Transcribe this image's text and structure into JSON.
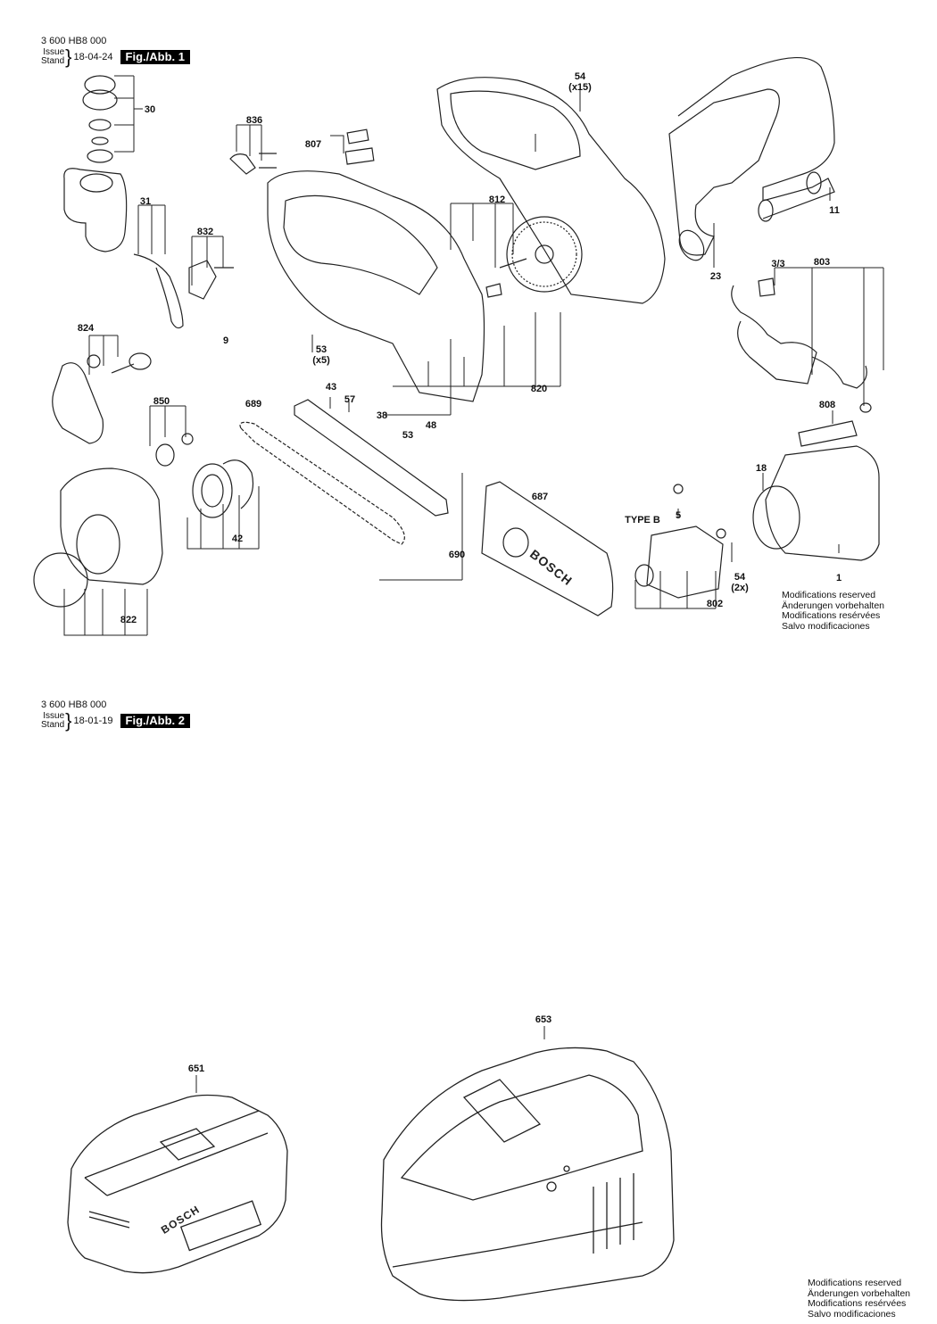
{
  "fig1": {
    "code": "3 600 HB8 000",
    "issue_label": "Issue",
    "stand_label": "Stand",
    "date": "18-04-24",
    "fig_label": "Fig./Abb. 1"
  },
  "fig2": {
    "code": "3 600 HB8 000",
    "issue_label": "Issue",
    "stand_label": "Stand",
    "date": "18-01-19",
    "fig_label": "Fig./Abb. 2"
  },
  "part_labels": {
    "p30": "30",
    "p54a": "54",
    "p54a_qty": "(x15)",
    "p836": "836",
    "p807": "807",
    "p31": "31",
    "p812": "812",
    "p832": "832",
    "p11": "11",
    "p23": "23",
    "p33": "3/3",
    "p803": "803",
    "p824": "824",
    "p9": "9",
    "p53a": "53",
    "p53a_qty": "(x5)",
    "p43": "43",
    "p57": "57",
    "p820": "820",
    "p850": "850",
    "p689": "689",
    "p38": "38",
    "p48": "48",
    "p53b": "53",
    "p808": "808",
    "p18": "18",
    "p687": "687",
    "type_b": "TYPE B",
    "p5": "5",
    "p42": "42",
    "p690": "690",
    "p54b": "54",
    "p54b_qty": "(2x)",
    "p1": "1",
    "p822": "822",
    "p802": "802",
    "p653": "653",
    "p651": "651"
  },
  "modifications_1": [
    "Modifications reserved",
    "Änderungen vorbehalten",
    "Modifications resérvées",
    "Salvo modificaciones"
  ],
  "modifications_2": [
    "Modifications reserved",
    "Änderungen vorbehalten",
    "Modifications resérvées",
    "Salvo modificaciones"
  ],
  "brand": "BOSCH"
}
